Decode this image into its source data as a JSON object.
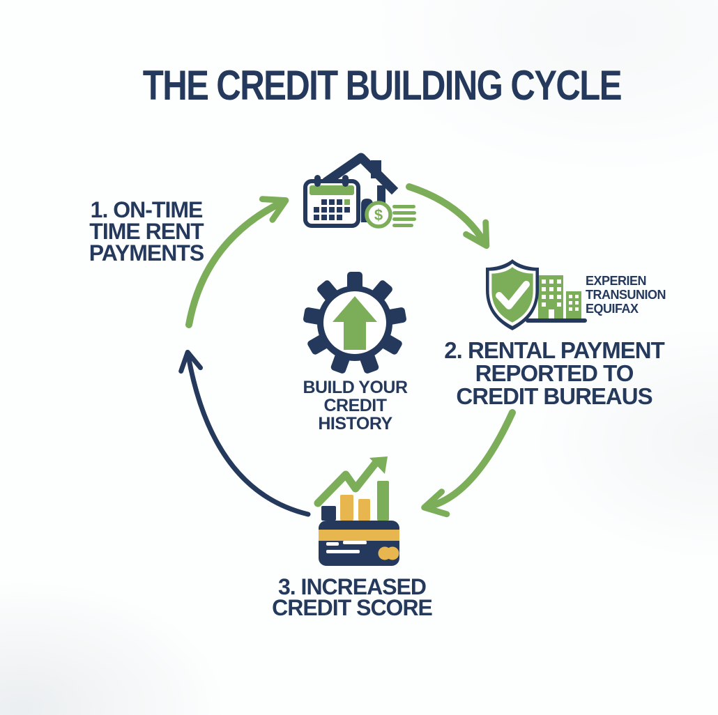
{
  "title": "THE CREDIT BUILDING CYCLE",
  "colors": {
    "navy": "#24395c",
    "green": "#7cad58",
    "gold": "#e8b64e"
  },
  "center": {
    "label": "BUILD YOUR\nCREDIT\nHISTORY"
  },
  "icons": {
    "coin_symbol": "$"
  },
  "steps": [
    {
      "label": "1. ON-TIME\nTIME RENT\nPAYMENTS"
    },
    {
      "label": "2. RENTAL PAYMENT\nREPORTED TO\nCREDIT BUREAUS",
      "bureaus": "EXPERIEN\nTRANSUNION\nEQUIFAX"
    },
    {
      "label": "3. INCREASED\nCREDIT SCORE"
    }
  ]
}
